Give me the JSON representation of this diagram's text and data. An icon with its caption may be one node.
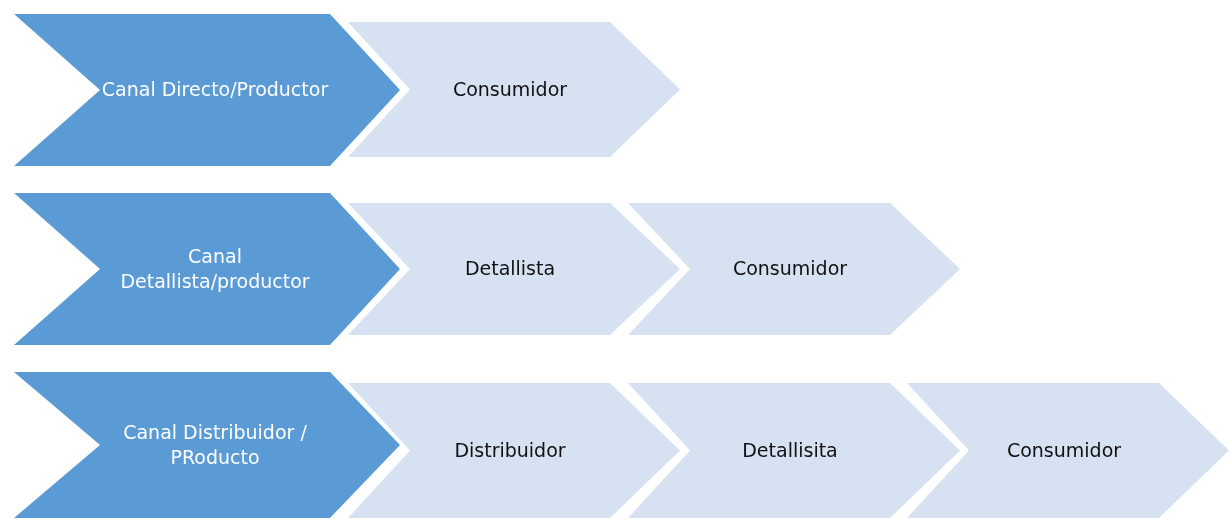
{
  "diagram": {
    "nodes": [
      {
        "text": [
          "Canal Directo/Productor"
        ]
      },
      {
        "text": [
          "Consumidor"
        ]
      },
      {
        "text": [
          "Canal Detallista/productor"
        ]
      },
      {
        "text": [
          "Detallista"
        ]
      },
      {
        "text": [
          "Consumidor"
        ]
      },
      {
        "text": [
          "Canal Distribuidor / PRoducto"
        ]
      },
      {
        "text": [
          "Distribuidor"
        ]
      },
      {
        "text": [
          "Detallisita"
        ]
      },
      {
        "text": [
          "Consumidor"
        ]
      }
    ]
  }
}
